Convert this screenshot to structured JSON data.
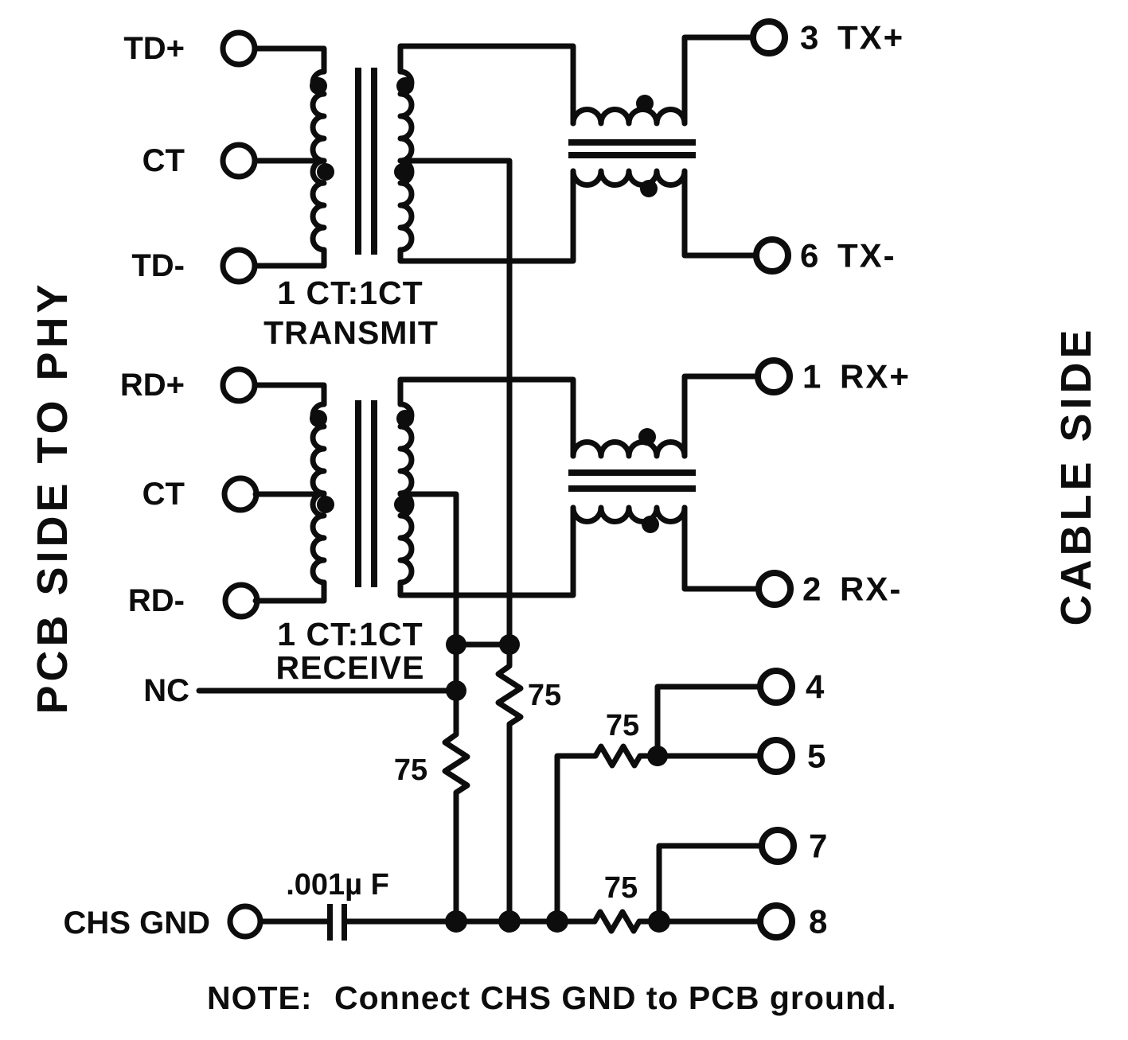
{
  "diagram": {
    "left_side_label": "PCB SIDE TO PHY",
    "right_side_label": "CABLE SIDE",
    "phy_terminals": [
      {
        "id": "td-plus",
        "label": "TD+"
      },
      {
        "id": "ct-top",
        "label": "CT"
      },
      {
        "id": "td-minus",
        "label": "TD-"
      },
      {
        "id": "rd-plus",
        "label": "RD+"
      },
      {
        "id": "ct-bottom",
        "label": "CT"
      },
      {
        "id": "rd-minus",
        "label": "RD-"
      }
    ],
    "nc_label": "NC",
    "chs_gnd_label": "CHS GND",
    "cable_pins": [
      {
        "number": "3",
        "signal": "TX+"
      },
      {
        "number": "6",
        "signal": "TX-"
      },
      {
        "number": "1",
        "signal": "RX+"
      },
      {
        "number": "2",
        "signal": "RX-"
      },
      {
        "number": "4",
        "signal": ""
      },
      {
        "number": "5",
        "signal": ""
      },
      {
        "number": "7",
        "signal": ""
      },
      {
        "number": "8",
        "signal": ""
      }
    ],
    "transformers": [
      {
        "ratio": "1 CT:1CT",
        "name": "TRANSMIT"
      },
      {
        "ratio": "1 CT:1CT",
        "name": "RECEIVE"
      }
    ],
    "resistors": [
      "75",
      "75",
      "75",
      "75"
    ],
    "capacitor_value": ".001µ F",
    "note": {
      "label": "NOTE:",
      "text": "Connect CHS GND to PCB ground."
    },
    "colors": {
      "ink": "#0d0d0d",
      "paper": "#ffffff"
    }
  }
}
